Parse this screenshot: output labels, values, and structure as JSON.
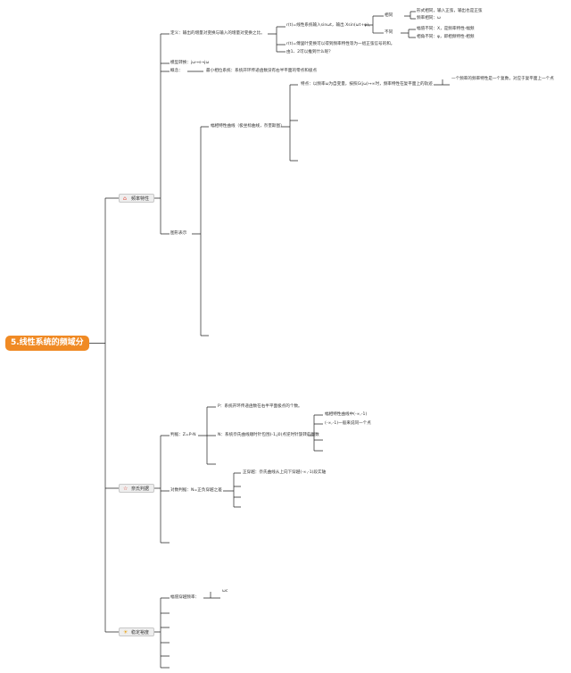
{
  "root": {
    "title": "5.线性系统的频域分析"
  },
  "branches": [
    {
      "label": "频率特性",
      "icon": "house-icon",
      "icon_glyph": "⌂",
      "icon_color": "#e04a3a"
    },
    {
      "label": "奈氏判据",
      "icon": "star-icon",
      "icon_glyph": "☆",
      "icon_color": "#e04a3a"
    },
    {
      "label": "稳定裕度",
      "icon": "sun-icon",
      "icon_glyph": "☀",
      "icon_color": "#e8a317"
    }
  ],
  "nodes": {
    "def": "定义：输出的增量对变换与输入的增量对变换之比。",
    "sin_input": "r(t)=线性系统输入sinωt，输出 Xsin(ωt+φ)。",
    "same": "相同",
    "same_a": "形式相同，输入正弦，输出也是正弦",
    "same_b": "频率相同：ω",
    "diff": "不同",
    "diff_a": "幅值不同：X，是频率特性-幅频",
    "diff_b": "相角不同：φ，即相频特性-相频",
    "laplace": "r(t)=傅里叶变换可以得到频率特性等为一组正弦信号的和。",
    "note": "由1、2可以推到什么呢？",
    "model": "模型转换：jω→s→jω",
    "concept": "概念：",
    "min_phase": "最小相位系统：系统开环传递函数没有右半平面的零点和极点",
    "graph": "图形表示",
    "polar": "幅相特性曲线（极坐标曲线，奈奎斯图）",
    "polar_feat": "特点：以频率ω为自变量，按照G(jω)→∞时，频率特性在复平面上的轨迹",
    "polar_feat2": "一个频率的频率特性是一个复数，对应于复平面上一个点",
    "nyq_criterion": "判据：Z=P-N",
    "P": "P：系统开环传递函数在右半平面极点的个数。",
    "N": "N：系统奈氏曲线顺时针包围(-1,j0)点逆时针旋转的圈数",
    "N_a": "幅相特性曲线中(-∞,-1)",
    "N_b": "(-∞,-1)一般来说同一个点",
    "log_criterion": "对数判据：N=正负穿越之差",
    "pos_cross": "正穿越：奈氏曲线从上向下穿越(-∞,-1)段实轴",
    "margin": "幅值穿越频率：",
    "margin_sub": "ωc"
  }
}
